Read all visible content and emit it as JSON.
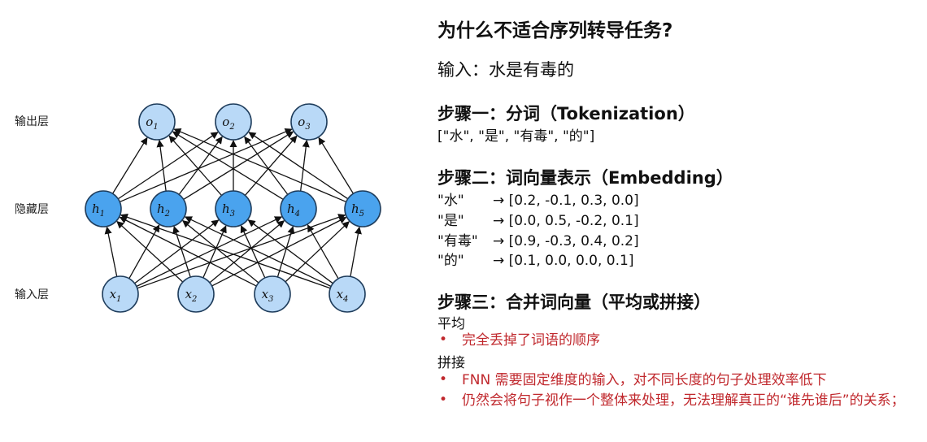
{
  "diagram": {
    "layers": [
      {
        "label": "输出层",
        "nodes": [
          {
            "base": "o",
            "sub": "1"
          },
          {
            "base": "o",
            "sub": "2"
          },
          {
            "base": "o",
            "sub": "3"
          }
        ]
      },
      {
        "label": "隐藏层",
        "nodes": [
          {
            "base": "h",
            "sub": "1"
          },
          {
            "base": "h",
            "sub": "2"
          },
          {
            "base": "h",
            "sub": "3"
          },
          {
            "base": "h",
            "sub": "4"
          },
          {
            "base": "h",
            "sub": "5"
          }
        ]
      },
      {
        "label": "输入层",
        "nodes": [
          {
            "base": "x",
            "sub": "1"
          },
          {
            "base": "x",
            "sub": "2"
          },
          {
            "base": "x",
            "sub": "3"
          },
          {
            "base": "x",
            "sub": "4"
          }
        ]
      }
    ],
    "colors": {
      "output_fill": "#b9d9f7",
      "hidden_fill": "#4aa3ee",
      "input_fill": "#b9d9f7",
      "stroke": "#1f3d5c",
      "edge": "#111111"
    }
  },
  "panel": {
    "title": "为什么不适合序列转导任务?",
    "input_line": "输入：水是有毒的",
    "step1": {
      "title": "步骤一：分词（Tokenization）",
      "tokens": "[\"水\", \"是\", \"有毒\", \"的\"]"
    },
    "step2": {
      "title": "步骤二：词向量表示（Embedding）",
      "rows": [
        {
          "word": "\"水\"",
          "vec": "→ [0.2, -0.1,  0.3, 0.0]"
        },
        {
          "word": "\"是\"",
          "vec": "→ [0.0,  0.5, -0.2, 0.1]"
        },
        {
          "word": "\"有毒\"",
          "vec": "→ [0.9, -0.3,  0.4, 0.2]"
        },
        {
          "word": "\"的\"",
          "vec": "→ [0.1,  0.0,  0.0, 0.1]"
        }
      ]
    },
    "step3": {
      "title": "步骤三：合并词向量（平均或拼接）",
      "avg_label": "平均",
      "avg_bullets": [
        "完全丢掉了词语的顺序"
      ],
      "concat_label": "拼接",
      "concat_bullets": [
        "FNN 需要固定维度的输入，对不同长度的句子处理效率低下",
        "仍然会将句子视作一个整体来处理，无法理解真正的“谁先谁后”的关系；"
      ],
      "bullet_symbol": "•",
      "bullet_color": "#c0282d"
    }
  }
}
